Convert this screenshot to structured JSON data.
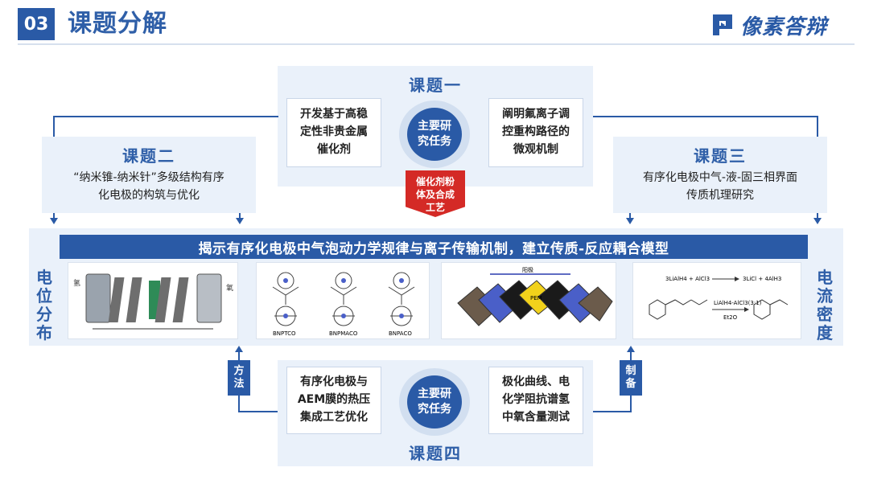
{
  "header": {
    "number": "03",
    "title": "课题分解",
    "logo_text": "像素答辩"
  },
  "topic1": {
    "title": "课题一",
    "left_box": [
      "开发基于高稳",
      "定性非贵金属",
      "催化剂"
    ],
    "right_box": [
      "阐明氟离子调",
      "控重构路径的",
      "微观机制"
    ],
    "center": [
      "主要研",
      "究任务"
    ],
    "red_tag": [
      "催化剂粉",
      "体及合成",
      "工艺"
    ]
  },
  "topic2": {
    "title": "课题二",
    "desc": [
      "“纳米锥-纳米针”多级结构有序",
      "化电极的构筑与优化"
    ]
  },
  "topic3": {
    "title": "课题三",
    "desc": [
      "有序化电极中气-液-固三相界面",
      "传质机理研究"
    ]
  },
  "banner": "揭示有序化电极中气泡动力学规律与离子传输机制，建立传质-反应耦合模型",
  "side_left": [
    "电",
    "位",
    "分",
    "布"
  ],
  "side_right": [
    "电",
    "流",
    "密",
    "度"
  ],
  "topic4": {
    "title": "课题四",
    "left_box": [
      "有序化电极与",
      "AEM膜的热压",
      "集成工艺优化"
    ],
    "right_box": [
      "极化曲线、电",
      "化学阻抗谱氢",
      "中氧含量测试"
    ],
    "center": [
      "主要研",
      "究任务"
    ]
  },
  "tags": {
    "method": [
      "方",
      "法"
    ],
    "prep": [
      "制",
      "备"
    ]
  },
  "images": {
    "img1_labels": [
      "氢",
      "氧"
    ],
    "img2_labels": [
      "BNPTCO",
      "BNPMACO",
      "BNPACO"
    ],
    "img3_labels": [
      "阳极",
      "PEM"
    ],
    "img4_labels": [
      "3LiAlH4 + AlCl3",
      "3LiCl + 4AlH3",
      "LiAlH4-AlCl3(3:1)",
      "Et2O"
    ]
  },
  "colors": {
    "primary": "#2a5aa6",
    "panel": "#eaf1fa",
    "red": "#d42a26"
  }
}
